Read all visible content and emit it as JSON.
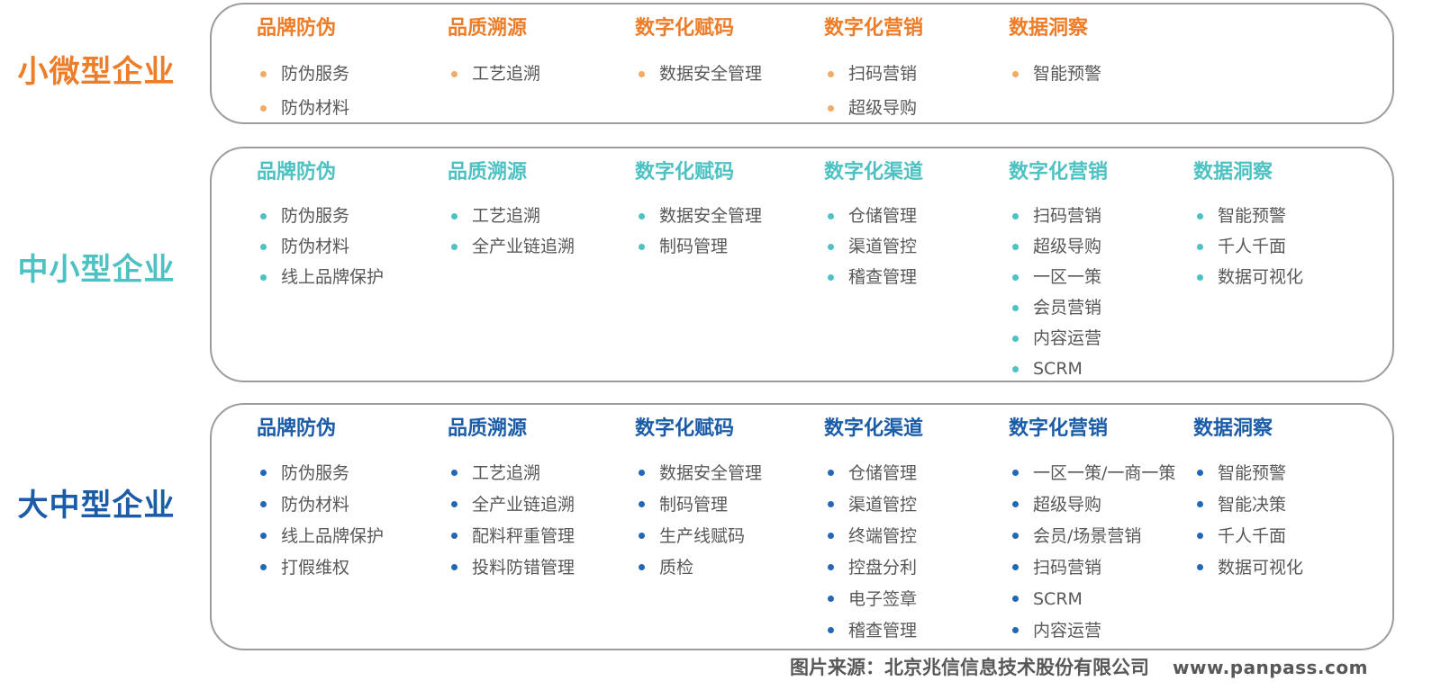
{
  "colors": {
    "tier_micro_accent": "#ED7D28",
    "tier_micro_bullet": "#F2AA66",
    "tier_small_medium_accent": "#4EC1C3",
    "tier_small_medium_bullet": "#4EC1C3",
    "tier_medium_large_accent": "#1A5CA8",
    "tier_medium_large_bullet": "#2268B4",
    "item_text": "#595757",
    "card_border": "#9C9C9C"
  },
  "tiers": [
    {
      "id": "micro-small-enterprises",
      "label": "小微型企业",
      "accent": "#ED7D28",
      "bullet": "#F2AA66",
      "columns": [
        {
          "header": "品牌防伪",
          "items": [
            "防伪服务",
            "防伪材料"
          ]
        },
        {
          "header": "品质溯源",
          "items": [
            "工艺追溯"
          ]
        },
        {
          "header": "数字化赋码",
          "items": [
            "数据安全管理"
          ]
        },
        {
          "header": "数字化营销",
          "items": [
            "扫码营销",
            "超级导购"
          ]
        },
        {
          "header": "数据洞察",
          "items": [
            "智能预警"
          ]
        }
      ]
    },
    {
      "id": "small-medium-enterprises",
      "label": "中小型企业",
      "accent": "#4EC1C3",
      "bullet": "#4EC1C3",
      "columns": [
        {
          "header": "品牌防伪",
          "items": [
            "防伪服务",
            "防伪材料",
            "线上品牌保护"
          ]
        },
        {
          "header": "品质溯源",
          "items": [
            "工艺追溯",
            "全产业链追溯"
          ]
        },
        {
          "header": "数字化赋码",
          "items": [
            "数据安全管理",
            "制码管理"
          ]
        },
        {
          "header": "数字化渠道",
          "items": [
            "仓储管理",
            "渠道管控",
            "稽查管理"
          ]
        },
        {
          "header": "数字化营销",
          "items": [
            "扫码营销",
            "超级导购",
            "一区一策",
            "会员营销",
            "内容运营",
            "SCRM"
          ]
        },
        {
          "header": "数据洞察",
          "items": [
            "智能预警",
            "千人千面",
            "数据可视化"
          ]
        }
      ]
    },
    {
      "id": "medium-large-enterprises",
      "label": "大中型企业",
      "accent": "#1A5CA8",
      "bullet": "#2268B4",
      "columns": [
        {
          "header": "品牌防伪",
          "items": [
            "防伪服务",
            "防伪材料",
            "线上品牌保护",
            "打假维权"
          ]
        },
        {
          "header": "品质溯源",
          "items": [
            "工艺追溯",
            "全产业链追溯",
            "配料秤重管理",
            "投料防错管理"
          ]
        },
        {
          "header": "数字化赋码",
          "items": [
            "数据安全管理",
            "制码管理",
            "生产线赋码",
            "质检"
          ]
        },
        {
          "header": "数字化渠道",
          "items": [
            "仓储管理",
            "渠道管控",
            "终端管控",
            "控盘分利",
            "电子签章",
            "稽查管理"
          ]
        },
        {
          "header": "数字化营销",
          "items": [
            "一区一策/一商一策",
            "超级导购",
            "会员/场景营销",
            "扫码营销",
            "SCRM",
            "内容运营"
          ]
        },
        {
          "header": "数据洞察",
          "items": [
            "智能预警",
            "智能决策",
            "千人千面",
            "数据可视化"
          ]
        }
      ]
    }
  ],
  "footer": {
    "source": "图片来源：北京兆信信息技术股份有限公司",
    "website": "www.panpass.com"
  }
}
